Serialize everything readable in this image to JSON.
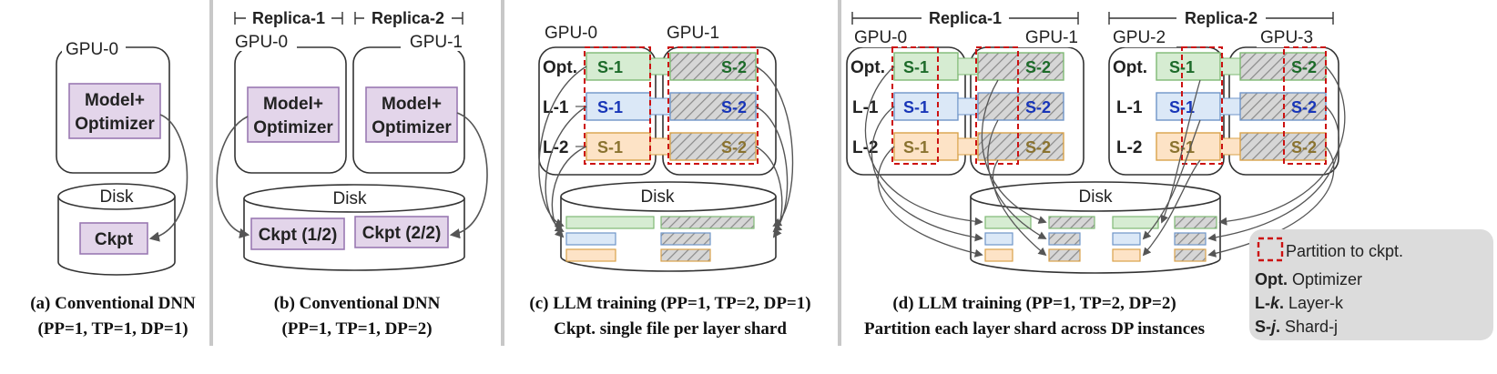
{
  "panel_a": {
    "gpu": "GPU-0",
    "model_line1": "Model+",
    "model_line2": "Optimizer",
    "disk": "Disk",
    "ckpt": "Ckpt",
    "caption_line1": "(a) Conventional DNN",
    "caption_line2": "(PP=1, TP=1, DP=1)"
  },
  "panel_b": {
    "replica1": "Replica-1",
    "replica2": "Replica-2",
    "gpu0": "GPU-0",
    "gpu1": "GPU-1",
    "model_line1": "Model+",
    "model_line2": "Optimizer",
    "disk": "Disk",
    "ckpt1": "Ckpt (1/2)",
    "ckpt2": "Ckpt (2/2)",
    "caption_line1": "(b) Conventional DNN",
    "caption_line2": "(PP=1, TP=1, DP=2)"
  },
  "panel_c": {
    "gpu0": "GPU-0",
    "gpu1": "GPU-1",
    "row_opt": "Opt.",
    "row_l1": "L-1",
    "row_l2": "L-2",
    "s1": "S-1",
    "s2": "S-2",
    "disk": "Disk",
    "caption_line1": "(c) LLM training (PP=1, TP=2, DP=1)",
    "caption_line2": "Ckpt. single file per layer shard"
  },
  "panel_d": {
    "replica1": "Replica-1",
    "replica2": "Replica-2",
    "gpu0": "GPU-0",
    "gpu1": "GPU-1",
    "gpu2": "GPU-2",
    "gpu3": "GPU-3",
    "row_opt": "Opt.",
    "row_l1": "L-1",
    "row_l2": "L-2",
    "s1": "S-1",
    "s2": "S-2",
    "disk": "Disk",
    "caption_line1": "(d) LLM training (PP=1, TP=2, DP=2)",
    "caption_line2": "Partition each layer shard across DP instances"
  },
  "legend": {
    "partition": "Partition to ckpt.",
    "opt_key": "Opt.",
    "opt_val": " Optimizer",
    "layer_key_a": "L-",
    "layer_key_b": "k",
    "layer_key_c": ".",
    "layer_val": " Layer-k",
    "shard_key_a": "S-",
    "shard_key_b": "j",
    "shard_key_c": ".",
    "shard_val": " Shard-j"
  },
  "colors": {
    "opt_fill": "#d6ecd2",
    "opt_stroke": "#7fb974",
    "opt_text": "#1d6b2a",
    "l1_fill": "#dbe8f7",
    "l1_stroke": "#6f95c8",
    "l1_text": "#1836b8",
    "l2_fill": "#fde3c6",
    "l2_stroke": "#d9a24a",
    "l2_text": "#8a7330",
    "model_fill": "#e3d5ea",
    "model_stroke": "#9a79b2",
    "partition": "#cc1111",
    "legend_bg": "#dcdcdc",
    "divider": "#c8c8c8"
  }
}
